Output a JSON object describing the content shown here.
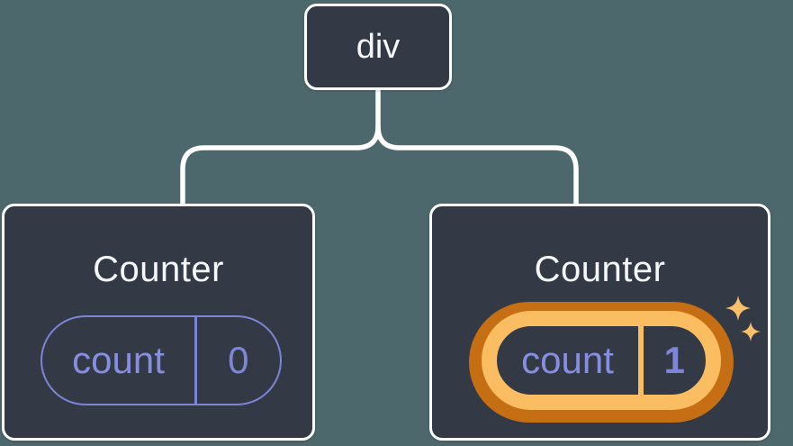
{
  "diagram": {
    "description": "React component tree: a div root with two Counter children; second Counter's state pill is highlighted as new",
    "background_color": "#4d686d",
    "connector_color": "#ffffff",
    "root": {
      "label": "div"
    },
    "children": [
      {
        "title": "Counter",
        "state_key": "count",
        "state_value": "0",
        "highlighted": false
      },
      {
        "title": "Counter",
        "state_key": "count",
        "state_value": "1",
        "highlighted": true
      }
    ],
    "colors": {
      "node_background": "#333a46",
      "node_border": "#ffffff",
      "title_text": "#f6f7f9",
      "state_pill_border": "#7c84d8",
      "state_key_text": "#868ee0",
      "state_value_text": "#7e86d8",
      "highlight_ring": "#fbbd62",
      "highlight_ring_dark": "#c66e13",
      "sparkle": "#fac069"
    },
    "icons": {
      "sparkles": "sparkles-icon"
    }
  }
}
